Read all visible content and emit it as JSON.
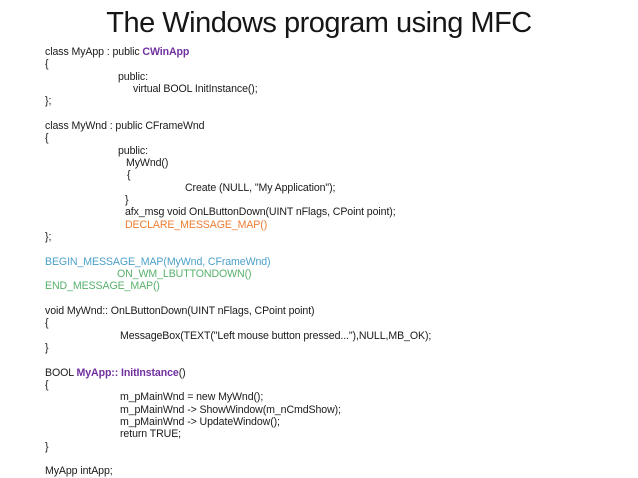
{
  "title": "The Windows program using MFC",
  "colors": {
    "code": "#1a1a1a",
    "purple": "#7030A0",
    "orange": "#ED7D31",
    "blue": "#4BA0C9",
    "green": "#57B16C"
  },
  "code": {
    "lines": [
      {
        "indent": 0,
        "segments": [
          {
            "t": "class MyApp : public ",
            "c": "code"
          },
          {
            "t": "CWinApp",
            "c": "purple",
            "b": true
          }
        ]
      },
      {
        "indent": 0,
        "segments": [
          {
            "t": "{",
            "c": "code"
          }
        ]
      },
      {
        "indent": 73,
        "segments": [
          {
            "t": "public:",
            "c": "code"
          }
        ]
      },
      {
        "indent": 88,
        "segments": [
          {
            "t": "virtual BOOL InitInstance();",
            "c": "code"
          }
        ]
      },
      {
        "indent": 0,
        "segments": [
          {
            "t": "};",
            "c": "code"
          }
        ]
      },
      {
        "indent": 0,
        "segments": []
      },
      {
        "indent": 0,
        "segments": [
          {
            "t": "class MyWnd : public CFrameWnd",
            "c": "code"
          }
        ]
      },
      {
        "indent": 0,
        "segments": [
          {
            "t": "{",
            "c": "code"
          }
        ]
      },
      {
        "indent": 73,
        "segments": [
          {
            "t": "public:",
            "c": "code"
          }
        ]
      },
      {
        "indent": 81,
        "segments": [
          {
            "t": "MyWnd()",
            "c": "code"
          }
        ]
      },
      {
        "indent": 82,
        "segments": [
          {
            "t": "{",
            "c": "code"
          }
        ]
      },
      {
        "indent": 140,
        "segments": [
          {
            "t": "Create (NULL, \"My Application\");",
            "c": "code"
          }
        ]
      },
      {
        "indent": 80,
        "segments": [
          {
            "t": "}",
            "c": "code"
          }
        ]
      },
      {
        "indent": 80,
        "segments": [
          {
            "t": "afx_msg void OnLButtonDown(UINT nFlags, CPoint point);",
            "c": "code"
          }
        ]
      },
      {
        "indent": 80,
        "segments": [
          {
            "t": "DECLARE_MESSAGE_MAP()",
            "c": "orange"
          }
        ]
      },
      {
        "indent": 0,
        "segments": [
          {
            "t": "};",
            "c": "code"
          }
        ]
      },
      {
        "indent": 0,
        "segments": []
      },
      {
        "indent": 0,
        "segments": [
          {
            "t": "BEGIN_MESSAGE_MAP(MyWnd, CFrameWnd)",
            "c": "blue"
          }
        ]
      },
      {
        "indent": 72,
        "segments": [
          {
            "t": "ON_WM_LBUTTONDOWN()",
            "c": "green"
          }
        ]
      },
      {
        "indent": 0,
        "segments": [
          {
            "t": "END_MESSAGE_MAP()",
            "c": "green"
          }
        ]
      },
      {
        "indent": 0,
        "segments": []
      },
      {
        "indent": 0,
        "segments": [
          {
            "t": "void MyWnd:: OnLButtonDown(UINT nFlags, CPoint point)",
            "c": "code"
          }
        ]
      },
      {
        "indent": 0,
        "segments": [
          {
            "t": "{",
            "c": "code"
          }
        ]
      },
      {
        "indent": 75,
        "segments": [
          {
            "t": "MessageBox(TEXT(\"Left mouse button pressed...\"),NULL,MB_OK);",
            "c": "code"
          }
        ]
      },
      {
        "indent": 0,
        "segments": [
          {
            "t": "}",
            "c": "code"
          }
        ]
      },
      {
        "indent": 0,
        "segments": []
      },
      {
        "indent": 0,
        "segments": [
          {
            "t": "BOOL ",
            "c": "code"
          },
          {
            "t": "MyApp:: InitInstance",
            "c": "purple",
            "b": true
          },
          {
            "t": "()",
            "c": "code"
          }
        ]
      },
      {
        "indent": 0,
        "segments": [
          {
            "t": "{",
            "c": "code"
          }
        ]
      },
      {
        "indent": 75,
        "segments": [
          {
            "t": "m_pMainWnd = new MyWnd();",
            "c": "code"
          }
        ]
      },
      {
        "indent": 75,
        "segments": [
          {
            "t": "m_pMainWnd -> ShowWindow(m_nCmdShow);",
            "c": "code"
          }
        ]
      },
      {
        "indent": 75,
        "segments": [
          {
            "t": "m_pMainWnd -> UpdateWindow();",
            "c": "code"
          }
        ]
      },
      {
        "indent": 75,
        "segments": [
          {
            "t": "return TRUE;",
            "c": "code"
          }
        ]
      },
      {
        "indent": 0,
        "segments": [
          {
            "t": "}",
            "c": "code"
          }
        ]
      },
      {
        "indent": 0,
        "segments": []
      },
      {
        "indent": 0,
        "segments": [
          {
            "t": "MyApp intApp;",
            "c": "code"
          }
        ]
      }
    ]
  }
}
